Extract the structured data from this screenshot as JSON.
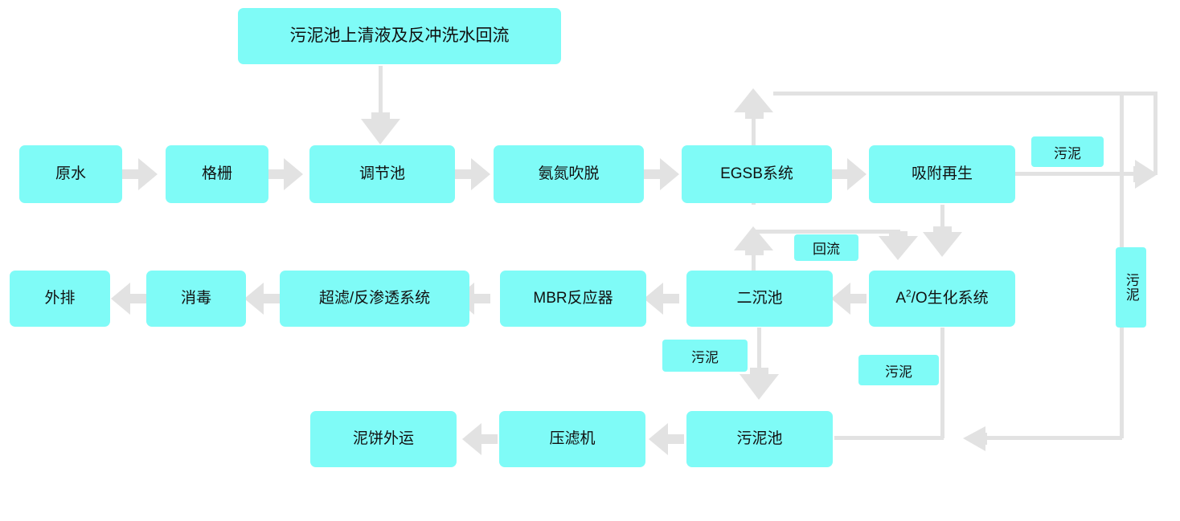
{
  "diagram": {
    "title_node": {
      "label": "污泥池上清液及反冲洗水回流"
    },
    "colors": {
      "node_fill": "#7FFBF7",
      "edge": "#E2E2E2",
      "text": "#111111",
      "background": "#FFFFFF"
    },
    "nodes": [
      {
        "id": "return-liquid",
        "label": "污泥池上清液及反冲洗水回流"
      },
      {
        "id": "raw-water",
        "label": "原水"
      },
      {
        "id": "grille",
        "label": "格栅"
      },
      {
        "id": "regulation-tank",
        "label": "调节池"
      },
      {
        "id": "ammonia-strip",
        "label": "氨氮吹脱"
      },
      {
        "id": "egsb-system",
        "label": "EGSB系统"
      },
      {
        "id": "adsorb-regen",
        "label": "吸附再生"
      },
      {
        "id": "ao-system",
        "label": "A2/O生化系统",
        "label_html": "A<sup>2</sup>/O生化系统"
      },
      {
        "id": "secondary-tank",
        "label": "二沉池"
      },
      {
        "id": "mbr-reactor",
        "label": "MBR反应器"
      },
      {
        "id": "uf-ro-system",
        "label": "超滤/反渗透系统"
      },
      {
        "id": "disinfection",
        "label": "消毒"
      },
      {
        "id": "discharge",
        "label": "外排"
      },
      {
        "id": "sludge-pond",
        "label": "污泥池"
      },
      {
        "id": "filter-press",
        "label": "压滤机"
      },
      {
        "id": "cake-transport",
        "label": "泥饼外运"
      }
    ],
    "edge_labels": [
      {
        "id": "sludge-adsorb",
        "label": "污泥"
      },
      {
        "id": "reflux",
        "label": "回流"
      },
      {
        "id": "sludge-secondary",
        "label": "污泥"
      },
      {
        "id": "sludge-ao",
        "label": "污泥"
      },
      {
        "id": "sludge-right",
        "label": "污泥"
      }
    ],
    "flows": [
      {
        "from": "return-liquid",
        "to": "regulation-tank"
      },
      {
        "from": "raw-water",
        "to": "grille"
      },
      {
        "from": "grille",
        "to": "regulation-tank"
      },
      {
        "from": "regulation-tank",
        "to": "ammonia-strip"
      },
      {
        "from": "ammonia-strip",
        "to": "egsb-system"
      },
      {
        "from": "egsb-system",
        "to": "adsorb-regen"
      },
      {
        "from": "adsorb-regen",
        "to": "ao-system"
      },
      {
        "from": "adsorb-regen",
        "to": "sludge-pond",
        "label": "污泥"
      },
      {
        "from": "ao-system",
        "to": "secondary-tank"
      },
      {
        "from": "secondary-tank",
        "to": "ao-system",
        "label": "回流"
      },
      {
        "from": "secondary-tank",
        "to": "mbr-reactor"
      },
      {
        "from": "secondary-tank",
        "to": "sludge-pond",
        "label": "污泥"
      },
      {
        "from": "ao-system",
        "to": "sludge-pond",
        "label": "污泥"
      },
      {
        "from": "mbr-reactor",
        "to": "uf-ro-system"
      },
      {
        "from": "uf-ro-system",
        "to": "disinfection"
      },
      {
        "from": "disinfection",
        "to": "discharge"
      },
      {
        "from": "sludge-pond",
        "to": "filter-press"
      },
      {
        "from": "filter-press",
        "to": "cake-transport"
      },
      {
        "from": "secondary-tank",
        "to": "egsb-system"
      }
    ]
  }
}
